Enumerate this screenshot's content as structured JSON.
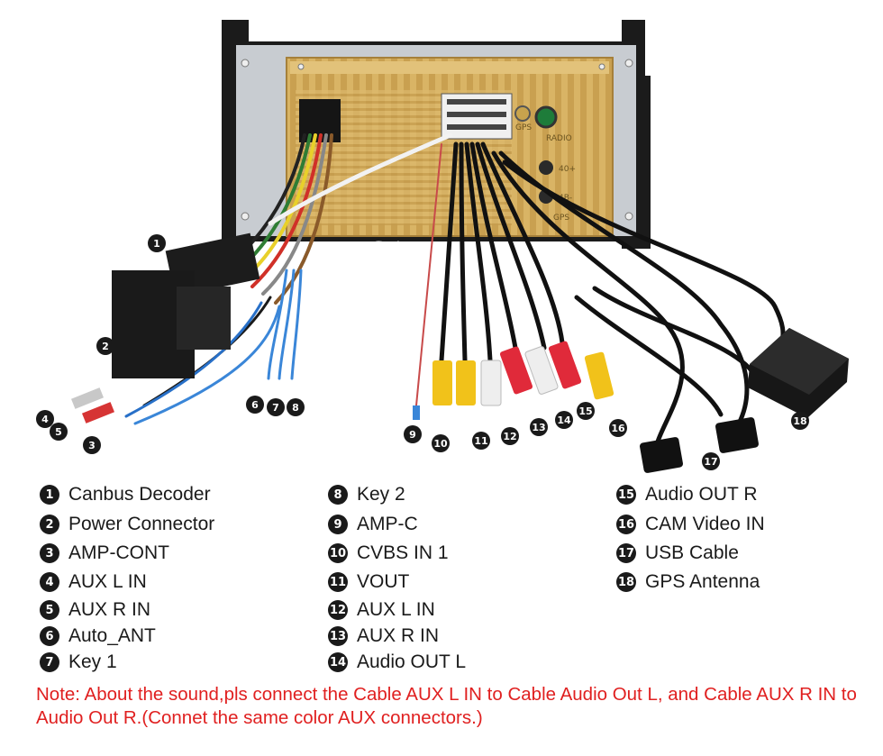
{
  "diagram": {
    "watermark": "Seicane",
    "panel_labels": [
      "GPS",
      "RADIO",
      "40+",
      "4B-",
      "GPS"
    ]
  },
  "legend": [
    {
      "n": "1",
      "label": "Canbus Decoder"
    },
    {
      "n": "2",
      "label": "Power Connector"
    },
    {
      "n": "3",
      "label": "AMP-CONT"
    },
    {
      "n": "4",
      "label": "AUX L IN"
    },
    {
      "n": "5",
      "label": "AUX R IN"
    },
    {
      "n": "6",
      "label": "Auto_ANT"
    },
    {
      "n": "7",
      "label": "Key 1"
    },
    {
      "n": "8",
      "label": "Key 2"
    },
    {
      "n": "9",
      "label": "AMP-C"
    },
    {
      "n": "10",
      "label": "CVBS IN 1"
    },
    {
      "n": "11",
      "label": "VOUT"
    },
    {
      "n": "12",
      "label": "AUX L IN"
    },
    {
      "n": "13",
      "label": "AUX R IN"
    },
    {
      "n": "14",
      "label": "Audio OUT L"
    },
    {
      "n": "15",
      "label": "Audio OUT R"
    },
    {
      "n": "16",
      "label": "CAM Video IN"
    },
    {
      "n": "17",
      "label": "USB Cable"
    },
    {
      "n": "18",
      "label": "GPS Antenna"
    }
  ],
  "note": "Note: About the sound,pls connect the Cable AUX L IN to Cable Audio Out L, and Cable AUX R IN to  Audio Out R.(Connet the same color AUX connectors.)"
}
